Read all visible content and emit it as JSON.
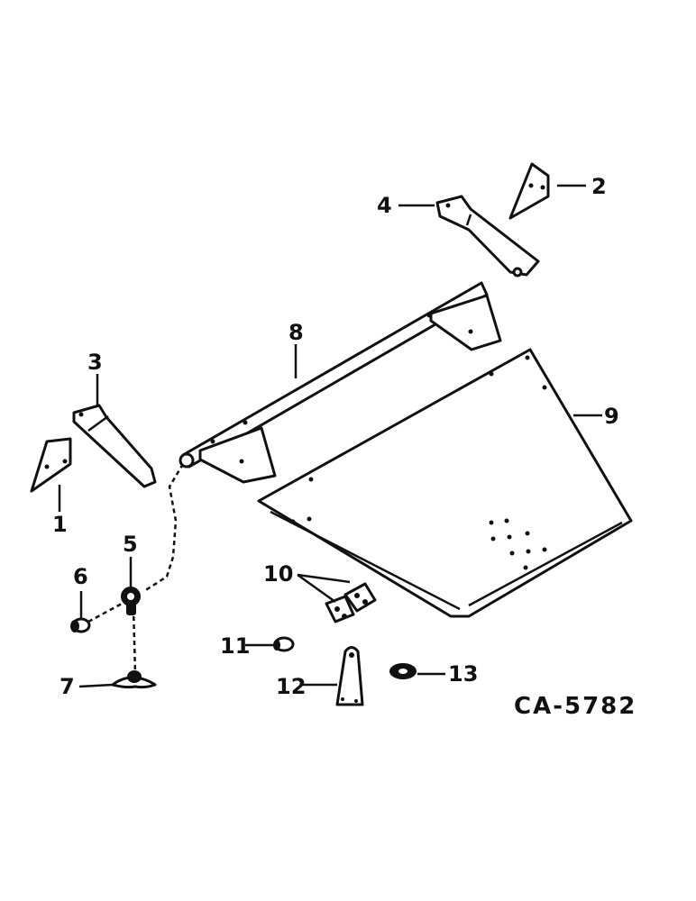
{
  "callouts": {
    "c1": "1",
    "c2": "2",
    "c3": "3",
    "c4": "4",
    "c5": "5",
    "c6": "6",
    "c7": "7",
    "c8": "8",
    "c9": "9",
    "c10": "10",
    "c11": "11",
    "c12": "12",
    "c13": "13"
  },
  "drawing_code": "CA-5782"
}
